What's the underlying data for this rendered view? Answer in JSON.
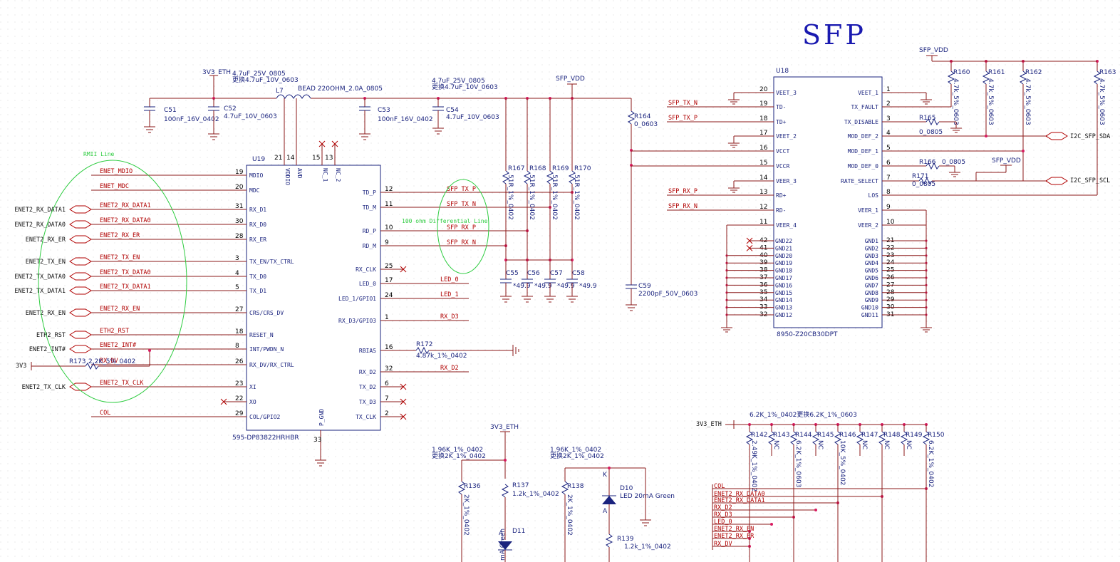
{
  "title": "SFP",
  "rmii_label": "RMII Line",
  "diff_label": "100 ohm Differential Line",
  "u19": {
    "ref": "U19",
    "part": "595-DP83822HRHBR",
    "left_pins": [
      {
        "num": "19",
        "name": "MDIO",
        "net": "ENET_MDIO",
        "port": ""
      },
      {
        "num": "20",
        "name": "MDC",
        "net": "ENET_MDC",
        "port": ""
      },
      {
        "num": "31",
        "name": "RX_D1",
        "net": "ENET2_RX_DATA1",
        "port": "ENET2_RX_DATA1"
      },
      {
        "num": "30",
        "name": "RX_D0",
        "net": "ENET2_RX_DATA0",
        "port": "ENET2_RX_DATA0"
      },
      {
        "num": "28",
        "name": "RX_ER",
        "net": "ENET2_RX_ER",
        "port": "ENET2_RX_ER"
      },
      {
        "num": "3",
        "name": "TX_EN/TX_CTRL",
        "net": "ENET2_TX_EN",
        "port": "ENET2_TX_EN"
      },
      {
        "num": "4",
        "name": "TX_D0",
        "net": "ENET2_TX_DATA0",
        "port": "ENET2_TX_DATA0"
      },
      {
        "num": "5",
        "name": "TX_D1",
        "net": "ENET2_TX_DATA1",
        "port": "ENET2_TX_DATA1"
      },
      {
        "num": "27",
        "name": "CRS/CRS_DV",
        "net": "ENET2_RX_EN",
        "port": "ENET2_RX_EN"
      },
      {
        "num": "18",
        "name": "RESET_N",
        "net": "ETH2_RST",
        "port": "ETH2_RST"
      },
      {
        "num": "8",
        "name": "INT/PWDN_N",
        "net": "ENET2_INT#",
        "port": "ENET2_INT#"
      },
      {
        "num": "26",
        "name": "RX_DV/RX_CTRL",
        "net": "RX_DV",
        "port": ""
      },
      {
        "num": "23",
        "name": "XI",
        "net": "ENET2_TX_CLK",
        "port": "ENET2_TX_CLK"
      },
      {
        "num": "22",
        "name": "XO",
        "net": "",
        "port": ""
      },
      {
        "num": "29",
        "name": "COL/GPIO2",
        "net": "COL",
        "port": ""
      }
    ],
    "right_pins": [
      {
        "num": "12",
        "name": "TD_P",
        "net": "SFP_TX_P"
      },
      {
        "num": "11",
        "name": "TD_M",
        "net": "SFP_TX_N"
      },
      {
        "num": "10",
        "name": "RD_P",
        "net": "SFP_RX_P"
      },
      {
        "num": "9",
        "name": "RD_M",
        "net": "SFP_RX_N"
      },
      {
        "num": "25",
        "name": "RX_CLK",
        "net": ""
      },
      {
        "num": "17",
        "name": "LED_0",
        "net": "LED_0"
      },
      {
        "num": "24",
        "name": "LED_1/GPIO1",
        "net": "LED_1"
      },
      {
        "num": "1",
        "name": "RX_D3/GPIO3",
        "net": "RX_D3"
      },
      {
        "num": "16",
        "name": "RBIAS",
        "net": ""
      },
      {
        "num": "32",
        "name": "RX_D2",
        "net": "RX_D2"
      },
      {
        "num": "6",
        "name": "TX_D2",
        "net": ""
      },
      {
        "num": "7",
        "name": "TX_D3",
        "net": ""
      },
      {
        "num": "2",
        "name": "TX_CLK",
        "net": ""
      }
    ],
    "top_pins": [
      {
        "num": "21",
        "name": "VDDIO"
      },
      {
        "num": "14",
        "name": "AVD"
      },
      {
        "num": "15",
        "name": "NC_1"
      },
      {
        "num": "13",
        "name": "NC_2"
      }
    ],
    "bottom_pin": {
      "num": "33",
      "name": "P_GND"
    }
  },
  "u18": {
    "ref": "U18",
    "part": "8950-Z20CB30DPT",
    "left_pins": [
      {
        "num": "20",
        "name": "VEET_3",
        "net": ""
      },
      {
        "num": "19",
        "name": "TD-",
        "net": "SFP_TX_N"
      },
      {
        "num": "18",
        "name": "TD+",
        "net": "SFP_TX_P"
      },
      {
        "num": "17",
        "name": "VEET_2",
        "net": ""
      },
      {
        "num": "16",
        "name": "VCCT",
        "net": ""
      },
      {
        "num": "15",
        "name": "VCCR",
        "net": ""
      },
      {
        "num": "14",
        "name": "VEER_3",
        "net": ""
      },
      {
        "num": "13",
        "name": "RD+",
        "net": "SFP_RX_P"
      },
      {
        "num": "12",
        "name": "RD-",
        "net": "SFP_RX_N"
      },
      {
        "num": "11",
        "name": "VEER_4",
        "net": ""
      }
    ],
    "right_pins": [
      {
        "num": "1",
        "name": "VEET_1"
      },
      {
        "num": "2",
        "name": "TX_FAULT"
      },
      {
        "num": "3",
        "name": "TX_DISABLE"
      },
      {
        "num": "4",
        "name": "MOD_DEF_2"
      },
      {
        "num": "5",
        "name": "MOD_DEF_1"
      },
      {
        "num": "6",
        "name": "MOD_DEF_0"
      },
      {
        "num": "7",
        "name": "RATE_SELECT"
      },
      {
        "num": "8",
        "name": "LOS"
      },
      {
        "num": "9",
        "name": "VEER_1"
      },
      {
        "num": "10",
        "name": "VEER_2"
      }
    ],
    "gnd_left": [
      {
        "num": "42",
        "name": "GND22"
      },
      {
        "num": "41",
        "name": "GND21"
      },
      {
        "num": "40",
        "name": "GND20"
      },
      {
        "num": "39",
        "name": "GND19"
      },
      {
        "num": "38",
        "name": "GND18"
      },
      {
        "num": "37",
        "name": "GND17"
      },
      {
        "num": "36",
        "name": "GND16"
      },
      {
        "num": "35",
        "name": "GND15"
      },
      {
        "num": "34",
        "name": "GND14"
      },
      {
        "num": "33",
        "name": "GND13"
      },
      {
        "num": "32",
        "name": "GND12"
      }
    ],
    "gnd_right": [
      {
        "num": "21",
        "name": "GND1"
      },
      {
        "num": "22",
        "name": "GND2"
      },
      {
        "num": "23",
        "name": "GND3"
      },
      {
        "num": "24",
        "name": "GND4"
      },
      {
        "num": "25",
        "name": "GND5"
      },
      {
        "num": "26",
        "name": "GND6"
      },
      {
        "num": "27",
        "name": "GND7"
      },
      {
        "num": "28",
        "name": "GND8"
      },
      {
        "num": "29",
        "name": "GND9"
      },
      {
        "num": "30",
        "name": "GND10"
      },
      {
        "num": "31",
        "name": "GND11"
      }
    ]
  },
  "labels": {
    "v3v3_eth": "3V3_ETH",
    "sfp_vdd": "SFP_VDD",
    "v3v3": "3V3",
    "c52_top1": "4.7uF_25V_0805",
    "c52_top2": "更换4.7uF_10V_0603",
    "c54_top1": "4.7uF_25V_0805",
    "c54_top2": "更换4.7uF_10V_0603",
    "l7": "L7",
    "bead": "BEAD 220OHM_2.0A_0805",
    "c51": "C51",
    "c51v": "100nF_16V_0402",
    "c52": "C52",
    "c52v": "4.7uF_10V_0603",
    "c53": "C53",
    "c53v": "100nF_16V_0402",
    "c54": "C54",
    "c54v": "4.7uF_10V_0603",
    "r164": "R164",
    "r164v": "0_0603",
    "c59": "C59",
    "c59v": "2200pF_50V_0603",
    "r167": "R167",
    "r168": "R168",
    "r169": "R169",
    "r170": "R170",
    "r_term": "51R_1%_0402",
    "c55": "C55",
    "c56": "C56",
    "c57": "C57",
    "c58": "C58",
    "c_term": "*49.9",
    "r172": "R172",
    "r172v": "4.87k_1%_0402",
    "r173": "R173",
    "r173v": "2.2K_5%_0402",
    "r160": "R160",
    "r161": "R161",
    "r162": "R162",
    "r163": "R163",
    "r_pull": "4.7k_5%_0603",
    "r165": "R165",
    "r165v": "0_0805",
    "r166": "R166",
    "r166v": "0_0805",
    "r171": "R171",
    "r171v": "0_0805",
    "i2c_sda": "I2C_SFP_SDA",
    "i2c_scl": "I2C_SFP_SCL",
    "strap_header": "6.2K_1%_0402更换6.2K_1%_0603",
    "r136": "R136",
    "r136v": "2K_1%_0402",
    "r136_top1": "1.96K_1%_0402",
    "r136_top2": "更换2K_1%_0402",
    "r137": "R137",
    "r137v": "1.2k_1%_0402",
    "d11": "D11",
    "d11v": "mA Green",
    "r138": "R138",
    "r138v": "2K_1%_0402",
    "r138_top1": "1.96K_1%_0402",
    "r138_top2": "更换2K_1%_0402",
    "d10": "D10",
    "d10v": "LED 20mA Green",
    "r139": "R139",
    "r139v": "1.2k_1%_0402",
    "led_k": "K",
    "led_a": "A",
    "led_a2": "A"
  },
  "strap_resistors": [
    {
      "ref": "R142",
      "value": "2.49K_1%_0402"
    },
    {
      "ref": "R143",
      "value": "NC"
    },
    {
      "ref": "R144",
      "value": "6.2K_1%_0603"
    },
    {
      "ref": "R145",
      "value": "NC"
    },
    {
      "ref": "R146",
      "value": "10K_5%_0402"
    },
    {
      "ref": "R147",
      "value": "NC"
    },
    {
      "ref": "R148",
      "value": "NC"
    },
    {
      "ref": "R149",
      "value": "NC"
    },
    {
      "ref": "R150",
      "value": "6.2K_1%_0402"
    }
  ],
  "strap_nets": [
    "COL",
    "ENET2_RX_DATA0",
    "ENET2_RX_DATA1",
    "RX_D2",
    "RX_D3",
    "LED_0",
    "ENET2_RX_EN",
    "ENET2_RX_ER",
    "RX_DV"
  ]
}
